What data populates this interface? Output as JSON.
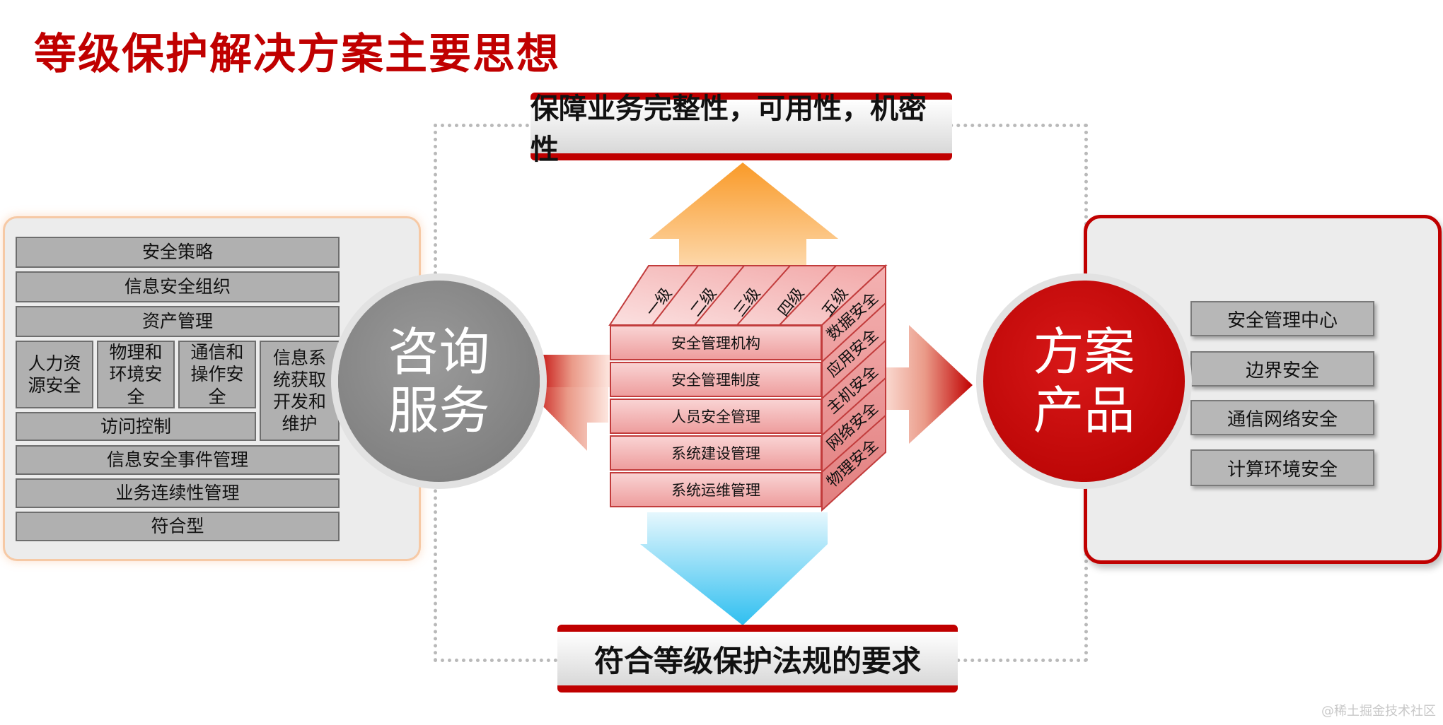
{
  "title": "等级保护解决方案主要思想",
  "top_banner": "保障业务完整性，可用性，机密性",
  "bottom_banner": "符合等级保护法规的要求",
  "left_circle": [
    "咨询",
    "服务"
  ],
  "right_circle": [
    "方案",
    "产品"
  ],
  "left_panel": {
    "rows": [
      "安全策略",
      "信息安全组织",
      "资产管理"
    ],
    "middle": [
      "人力资源安全",
      "物理和环境安全",
      "通信和操作安全"
    ],
    "tall": "信息系统获取开发和维护",
    "access": "访问控制",
    "bottom_rows": [
      "信息安全事件管理",
      "业务连续性管理",
      "符合型"
    ]
  },
  "right_panel": {
    "items": [
      "安全管理中心",
      "边界安全",
      "通信网络安全",
      "计算环境安全"
    ]
  },
  "cube": {
    "front": [
      "安全管理机构",
      "安全管理制度",
      "人员安全管理",
      "系统建设管理",
      "系统运维管理"
    ],
    "top": [
      "一级",
      "二级",
      "三级",
      "四级",
      "五级"
    ],
    "side": [
      "数据安全",
      "应用安全",
      "主机安全",
      "网络安全",
      "物理安全"
    ]
  },
  "watermark": "@稀土掘金技术社区",
  "colors": {
    "accent": "#c00000",
    "grey_circle": "#888888",
    "arrow_up": "#f9a84a",
    "arrow_down": "#4fc9f3"
  }
}
